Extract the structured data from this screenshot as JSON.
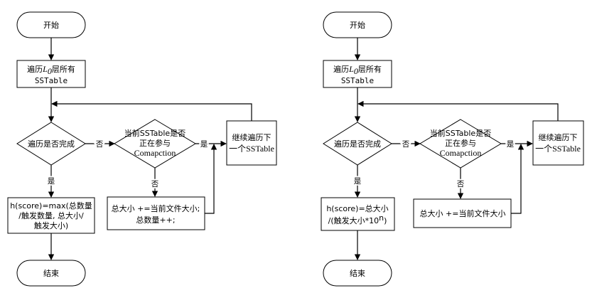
{
  "flowcharts": [
    {
      "start": "开始",
      "traverse_pre": "遍历",
      "traverse_var": "L",
      "traverse_sub": "0",
      "traverse_post": "层所有",
      "traverse_line2": "SSTable",
      "check_done": "遍历是否完成",
      "check_compaction_line1": "当前SSTable是否",
      "check_compaction_line2": "正在参与",
      "check_compaction_line3": "Comapction",
      "next_line1": "继续遍历下",
      "next_line2": "一个SSTable",
      "accumulate_line1": "总大小 +=当前文件大小;",
      "accumulate_line2": "总数量++;",
      "score_line1": "h(score)=max(总数量",
      "score_line2": "/触发数量, 总大小/",
      "score_line3": "触发大小)",
      "end": "结束",
      "label_no_1": "否",
      "label_yes_1": "是",
      "label_no_2": "否",
      "label_yes_2": "是"
    },
    {
      "start": "开始",
      "traverse_pre": "遍历",
      "traverse_var": "L",
      "traverse_sub": "0",
      "traverse_post": "层所有",
      "traverse_line2": "SSTable",
      "check_done": "遍历是否完成",
      "check_compaction_line1": "当前SSTable是否",
      "check_compaction_line2": "正在参与",
      "check_compaction_line3": "Comapction",
      "next_line1": "继续遍历下",
      "next_line2": "一个SSTable",
      "accumulate_line1": "总大小 +=当前文件大小",
      "score_line1": "h(score)=总大小",
      "score_line2": "/(触发大小*10",
      "score_sup": "n",
      "score_line2_end": ")",
      "end": "结束",
      "label_no_1": "否",
      "label_yes_1": "是",
      "label_no_2": "否",
      "label_yes_2": "是"
    }
  ]
}
